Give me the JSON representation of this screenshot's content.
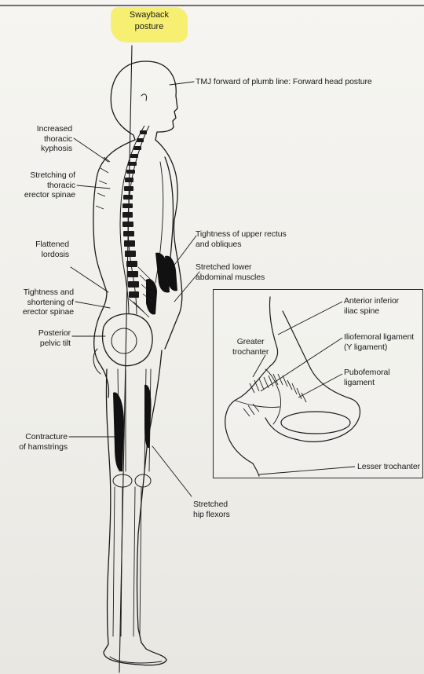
{
  "title": {
    "line1": "Swayback",
    "line2": "posture"
  },
  "labels": {
    "tmj": "TMJ forward of plumb line: Forward head posture",
    "kyphosis": [
      "Increased",
      "thoracic",
      "kyphosis"
    ],
    "erector_stretch": [
      "Stretching of",
      "thoracic",
      "erector spinae"
    ],
    "lordosis": [
      "Flattened",
      "lordosis"
    ],
    "erector_tight": [
      "Tightness and",
      "shortening of",
      "erector spinae"
    ],
    "pelvic_tilt": [
      "Posterior",
      "pelvic tilt"
    ],
    "hamstrings": [
      "Contracture",
      "of hamstrings"
    ],
    "rectus": [
      "Tightness of upper rectus",
      "and obliques"
    ],
    "abdominal": [
      "Stretched lower",
      "abdominal muscles"
    ],
    "hip_flexors": [
      "Stretched",
      "hip flexors"
    ]
  },
  "inset": {
    "anterior_spine": [
      "Anterior inferior",
      "iliac spine"
    ],
    "greater_trochanter": [
      "Greater",
      "trochanter"
    ],
    "iliofemoral": [
      "Iliofemoral ligament",
      "(Y ligament)"
    ],
    "pubofemoral": [
      "Pubofemoral",
      "ligament"
    ],
    "lesser_trochanter": "Lesser trochanter"
  }
}
